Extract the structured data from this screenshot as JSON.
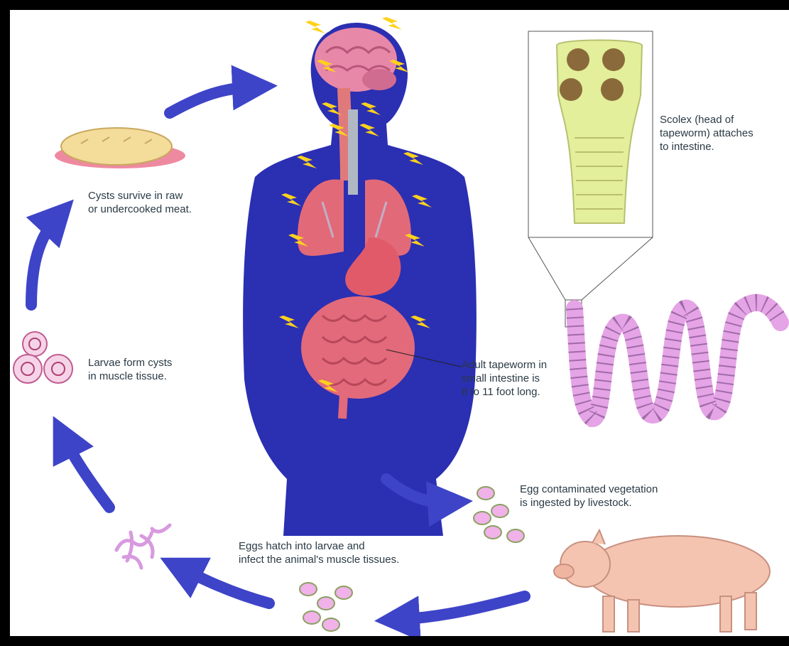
{
  "colors": {
    "body": "#2b2fb2",
    "arrow": "#3e44c8",
    "organ": "#e0607a",
    "scolex": "#e3ef9a",
    "worm": "#e5a4e6",
    "pig": "#f4c4b0",
    "egg": "#f0b2e8",
    "lightning": "#ffd21c"
  },
  "labels": {
    "scolex": "Scolex (head of\ntapeworm) attaches\nto intestine.",
    "cysts_meat": "Cysts survive in raw\nor undercooked meat.",
    "larvae_cysts": "Larvae form cysts\nin muscle tissue.",
    "adult_tapeworm": "Adult tapeworm in\nsmall intestine is\n8 to 11 foot long.",
    "egg_vegetation": "Egg contaminated vegetation\nis ingested by livestock.",
    "eggs_hatch": "Eggs hatch into larvae and\ninfect the animal's muscle tissues."
  }
}
